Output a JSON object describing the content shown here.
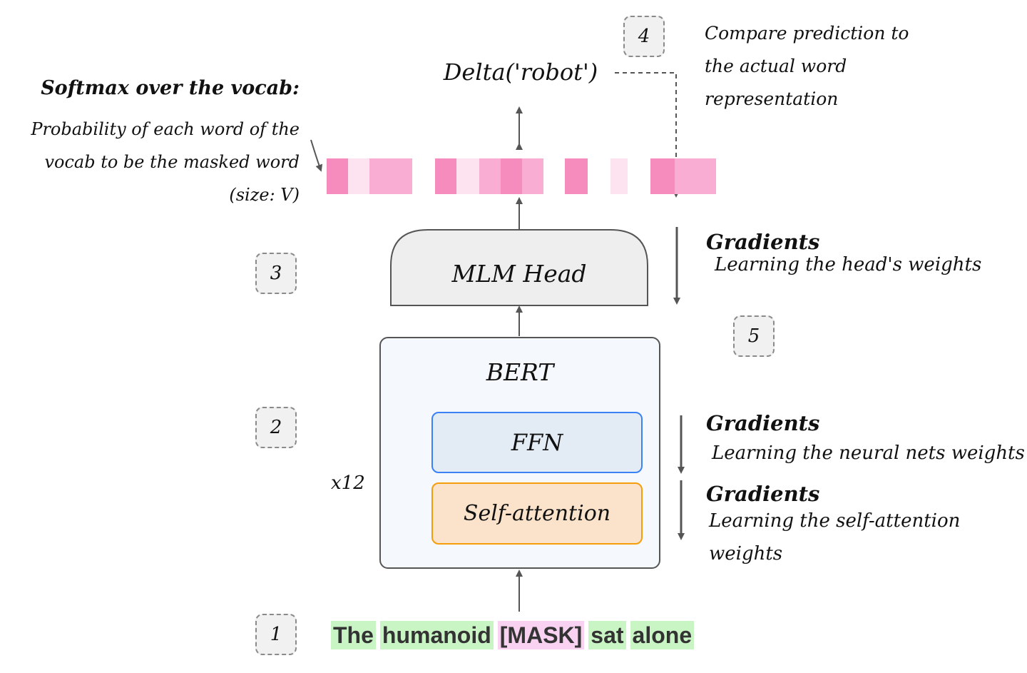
{
  "colors": {
    "vocab_strong": "#f58cbd",
    "vocab_medium": "#f9add2",
    "vocab_light": "#fde3ef",
    "token_plain": "#c9f5c4",
    "token_mask": "#f8d2f0",
    "ffn_fill": "#e3ecf4",
    "ffn_border": "#3b82f6",
    "self_attention_fill": "#fbe3cb",
    "self_attention_border": "#f59e0b",
    "bert_fill": "#f5f8fc",
    "mlm_head_fill": "#eeeeee",
    "arrow": "#555555"
  },
  "steps": [
    "1",
    "2",
    "3",
    "4",
    "5"
  ],
  "softmax": {
    "title": "Softmax over the vocab:",
    "desc_lines": [
      "Probability of each word of the",
      "vocab to be the masked word",
      "(size: V)"
    ]
  },
  "delta_label": "Delta('robot')",
  "compare_note_lines": [
    "Compare prediction to",
    "the actual word",
    "representation"
  ],
  "vocab_cells": [
    {
      "shade": "vocab_strong"
    },
    {
      "shade": "vocab_light"
    },
    {
      "shade": "vocab_medium"
    },
    {
      "shade": "vocab_medium"
    },
    {
      "shade": "vocab_strong"
    },
    {
      "shade": "vocab_light"
    },
    {
      "shade": "vocab_medium"
    },
    {
      "shade": "vocab_strong"
    },
    {
      "shade": "vocab_medium"
    },
    {
      "shade": "vocab_strong"
    },
    {
      "shade": "vocab_light"
    },
    {
      "shade": "vocab_strong"
    },
    {
      "shade": "vocab_medium"
    },
    {
      "shade": "vocab_medium"
    }
  ],
  "mlm_head_label": "MLM Head",
  "bert_label": "BERT",
  "ffn_label": "FFN",
  "self_attention_label": "Self-attention",
  "repeat_label": "x12",
  "gradients": [
    {
      "title": "Gradients",
      "desc_lines": [
        "Learning the head's weights"
      ]
    },
    {
      "title": "Gradients",
      "desc_lines": [
        "Learning the neural nets weights"
      ]
    },
    {
      "title": "Gradients",
      "desc_lines": [
        "Learning the self-attention",
        "weights"
      ]
    }
  ],
  "sentence_tokens": [
    {
      "text": "The",
      "kind": "plain"
    },
    {
      "text": "humanoid",
      "kind": "plain"
    },
    {
      "text": "[MASK]",
      "kind": "mask"
    },
    {
      "text": "sat",
      "kind": "plain"
    },
    {
      "text": "alone",
      "kind": "plain"
    }
  ]
}
